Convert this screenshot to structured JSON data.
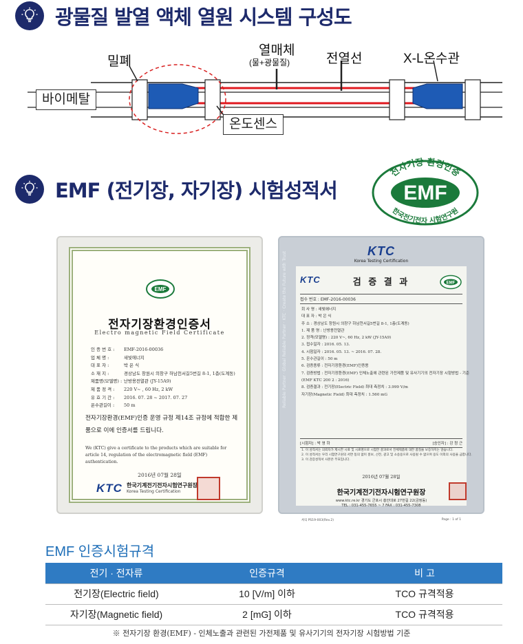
{
  "section1": {
    "title": "광물질 발열 액체 열원 시스템 구성도"
  },
  "diagram": {
    "labels": {
      "seal": "밀폐",
      "heating_medium": "열매체",
      "heating_medium_sub": "(물+광물질)",
      "heating_wire": "전열선",
      "pipe": "X-L온수관",
      "bimetal": "바이메탈",
      "temp_sensor": "온도센스"
    },
    "colors": {
      "wire": "#e0191f",
      "connector": "#1e5bb5",
      "dashed_circle": "#d81e1e"
    }
  },
  "section2": {
    "title": "EMF (전기장, 자기장) 시험성적서"
  },
  "emf_logo": {
    "top_text": "전자기장 환경인증",
    "center": "EMF",
    "bottom_text": "한국전기전자 시험연구원",
    "color": "#1b7a3b"
  },
  "certificate_left": {
    "title": "전자기장환경인증서",
    "subtitle": "Electro magnetic Field Certificate",
    "fields": [
      {
        "label": "인 증 번 호 :",
        "value": "EMF-2016-00036"
      },
      {
        "label": "업     체     명 :",
        "value": "새빛에너지"
      },
      {
        "label": "대  표  자 :",
        "value": "박 은 식"
      },
      {
        "label": "소  재  지 :",
        "value": "경상남도 창원시 의창구 하남천서길5번길 8-1, 1층(도계동)"
      },
      {
        "label": "제품명(모델명) :",
        "value": "난방용전열관 (JY-15A9)"
      },
      {
        "label": "제 품 정 격 :",
        "value": "220 V~ , 60 Hz, 2 kW"
      },
      {
        "label": "유 효 기 간 :",
        "value": "2016. 07. 28  ~  2017. 07. 27"
      },
      {
        "label": "온수관길이 :",
        "value": "50 m"
      }
    ],
    "body_ko": "전자기장환경(EMF)인증 운영 규정 제14조 규정에 적합한 제품으로 이에 인증서를 드립니다.",
    "body_en": "We (KTC) give a certificate to the products which are suitable for article 14, regulation of the electromagnetic field (EMF) authentication.",
    "date": "2016년  07월  28일",
    "logo": "KTC",
    "issuer": "한국기계전기전자시험연구원장",
    "issuer_en": "Korea Testing Certification"
  },
  "certificate_right": {
    "top_logo": "KTC",
    "top_logo_sub": "Korea Testing Certification",
    "head_logo": "KTC",
    "title": "검 증 결 과",
    "number": "접수 번호 : EMF-2016-00036",
    "fields": [
      "회 사 명 : 새빛에너지",
      "대 표 자 : 박 은 식",
      "주     소 : 경상남도 창원시 의창구 하남천서길5번길 8-1, 1층(도계동)",
      "1. 제 품 명 : 난방용전열관",
      "2. 정격(모델명) : 220 V~, 60 Hz, 2 kW (JY-15A9)",
      "3. 접수일자 : 2016. 05. 13.",
      "4. 시험일자 : 2016. 05. 13. ~ 2016. 07. 28.",
      "5. 온수관길이 : 50 m",
      "6. 검증종류 : 전자기장환경(EMF)인증용",
      "7. 검증방법 : 전자기장환경(EMF) 인체노출에 관련된 가전제품 및 유사기기의 전자기장 시험방법 - 기준",
      "   (EMF KTC 200 2 : 2016)",
      "8. 검증결과 : 전기장(Electric Field) 최대 측정치 :   3.999 V/m",
      "               자기장(Magnetic Field) 최대 측정치 :   1.560 mG"
    ],
    "signers": {
      "tester": "[시험자] : 박 영 하",
      "approver": "[승인자] : 강 청 근"
    },
    "notes": [
      "1. 이 성적서는 의뢰자가 제시한 시료 및 시료명으로 시험한 결과로서 전체제품에 대한 품질을 보증하지는 않습니다.",
      "2. 이 성적서는 우리 시험연구원의 서면 동의 없이 홍보, 선전, 광고 및 소송용으로 사용될 수 없으며 용도 이외의 사용을 금합니다.",
      "3. 이 검증성적서 사본은 무효입니다."
    ],
    "date": "2016년  07월  28일",
    "issuer": "한국기계전기전자시험연구원장",
    "address": "www.ktc.re.kr  경기도 군포시 흥안대로 27번길 22(금정동)",
    "contact": "TEL : 031-455-7655 ~ 7   FAX : 031-455-7308",
    "form_no": "서식 PS19-003(Rev.2)",
    "page": "Page : 1 of 1",
    "side_text": "Reliable Partner  ·  Global Reliable Partner  ·  KTC  ·  Create the Future with Trust"
  },
  "spec": {
    "title": "EMF 인증시험규격",
    "headers": [
      "전기 · 전자류",
      "인증규격",
      "비 고"
    ],
    "rows": [
      [
        "전기장(Electric field)",
        "10 [V/m] 이하",
        "TCO 규격적용"
      ],
      [
        "자기장(Magnetic field)",
        "2 [mG] 이하",
        "TCO 규격적용"
      ]
    ],
    "header_color": "#2f7bc3"
  },
  "footnote": "※ 전자기장 환경(EMF) - 인체노출과 관련된 가전제품 및 유사기기의 전자기장 시험방법 기준"
}
